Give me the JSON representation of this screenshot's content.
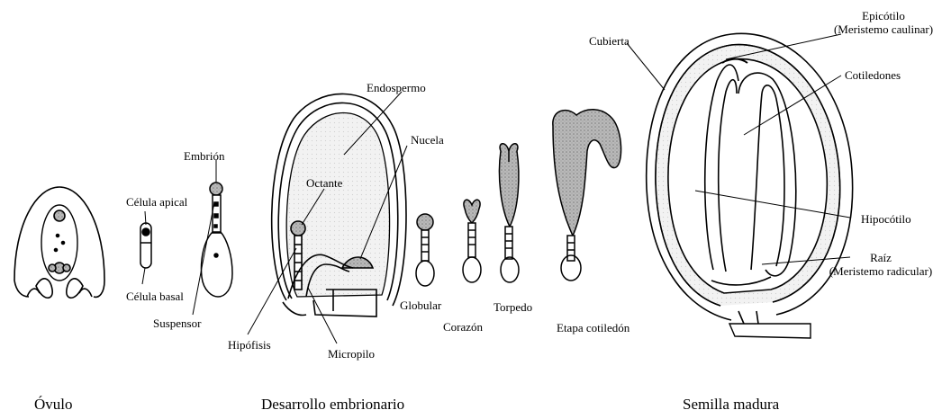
{
  "labels": {
    "celula_apical": "Célula apical",
    "celula_basal": "Célula basal",
    "embrion": "Embrión",
    "suspensor": "Suspensor",
    "octante": "Octante",
    "endospermo": "Endospermo",
    "nucela": "Nucela",
    "hipofisis": "Hipófisis",
    "micropilo": "Micropilo",
    "globular": "Globular",
    "corazon": "Corazón",
    "torpedo": "Torpedo",
    "etapa_cotiledon": "Etapa cotiledón",
    "cubierta": "Cubierta",
    "epicotilo_line1": "Epicótilo",
    "epicotilo_line2": "(Meristemo caulinar)",
    "cotiledones": "Cotiledones",
    "hipocotilo": "Hipocótilo",
    "raiz_line1": "Raíz",
    "raiz_line2": "(Meristemo radicular)"
  },
  "captions": {
    "ovulo": "Óvulo",
    "desarrollo": "Desarrollo embrionario",
    "semilla": "Semilla madura"
  }
}
